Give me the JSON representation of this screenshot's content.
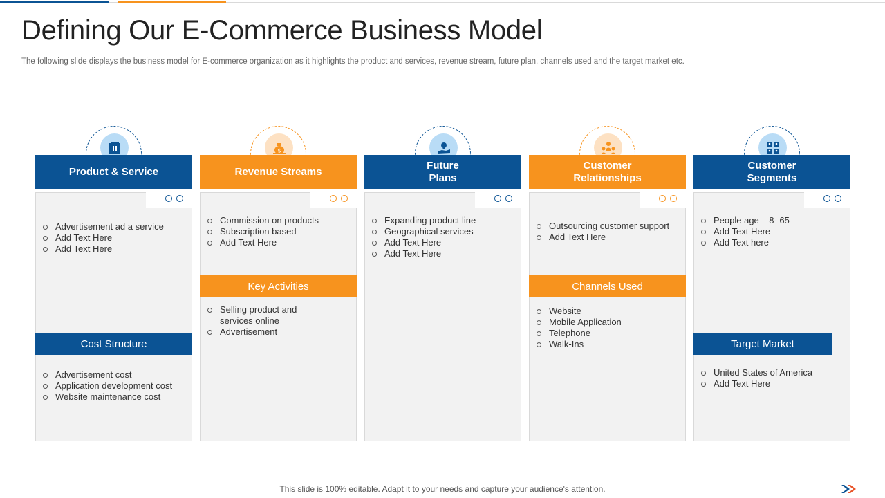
{
  "title": "Defining Our E-Commerce Business Model",
  "subtitle": "The following slide displays the business model for E-commerce organization as it highlights the product and services, revenue stream, future plan, channels used and the target market etc.",
  "columns": [
    {
      "header": "Product & Service",
      "icon": "product-icon",
      "items": [
        "Advertisement ad a service",
        "Add Text Here",
        "Add Text Here"
      ],
      "sub_header": "Cost Structure",
      "sub_items": [
        "Advertisement cost",
        "Application development cost",
        "Website maintenance cost"
      ]
    },
    {
      "header": "Revenue Streams",
      "icon": "money-bag-icon",
      "items": [
        "Commission on products",
        "Subscription based",
        "Add Text Here"
      ],
      "sub_header": "Key Activities",
      "sub_items": [
        "Selling product and services online",
        "Advertisement"
      ]
    },
    {
      "header": "Future\nPlans",
      "icon": "hand-lightbulb-icon",
      "items": [
        "Expanding product line",
        "Geographical services",
        "Add Text Here",
        "Add Text Here"
      ]
    },
    {
      "header": "Customer\nRelationships",
      "icon": "people-group-icon",
      "items": [
        "Outsourcing customer support",
        "Add Text Here"
      ],
      "sub_header": "Channels Used",
      "sub_items": [
        "Website",
        "Mobile Application",
        "Telephone",
        "Walk-Ins"
      ]
    },
    {
      "header": "Customer\nSegments",
      "icon": "user-grid-icon",
      "items": [
        "People age – 8- 65",
        "Add Text Here",
        "Add Text here"
      ],
      "sub_header": "Target Market",
      "sub_items": [
        "United States of America",
        "Add Text Here"
      ]
    }
  ],
  "footer": "This slide is 100% editable. Adapt it to your needs and capture your audience's attention.",
  "colors": {
    "blue": "#0b5394",
    "orange": "#f7931e",
    "card": "#f2f2f2"
  }
}
